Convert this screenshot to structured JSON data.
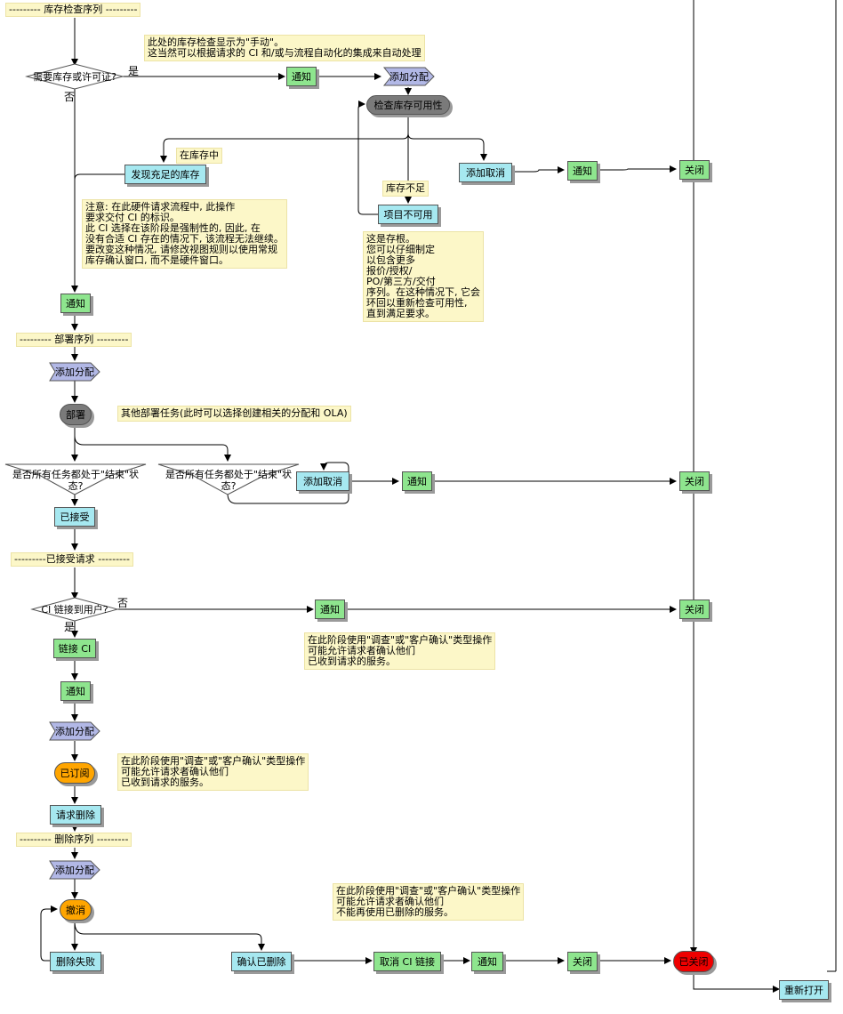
{
  "sections": {
    "inventory": "--------- 库存检查序列 ---------",
    "deploy": "--------- 部署序列 ---------",
    "accepted": "---------已接受请求 ---------",
    "delete": "--------- 删除序列 ---------"
  },
  "notes": {
    "manual": "此处的库存检查显示为\"手动\"。\n这当然可以根据请求的 CI 和/或与流程自动化的集成来自动处理",
    "in_stock": "在库存中",
    "ci_note": "注意: 在此硬件请求流程中, 此操作\n要求交付 CI 的标识。\n此 CI 选择在该阶段是强制性的, 因此, 在\n没有合适 CI 存在的情况下, 该流程无法继续。\n要改变这种情况, 请修改视图规则以使用常规\n库存确认窗口, 而不是硬件窗口。",
    "insufficient": "库存不足",
    "stub": "这是存根。\n您可以仔细制定\n以包含更多\n报价/授权/\nPO/第三方/交付\n序列。在这种情况下, 它会\n环回以重新检查可用性,\n直到满足要求。",
    "other_tasks": "其他部署任务(此时可以选择创建相关的分配和 OLA)",
    "survey1": "在此阶段使用\"调查\"或\"客户确认\"类型操作\n可能允许请求者确认他们\n已收到请求的服务。",
    "survey2": "在此阶段使用\"调查\"或\"客户确认\"类型操作\n可能允许请求者确认他们\n已收到请求的服务。",
    "survey3": "在此阶段使用\"调查\"或\"客户确认\"类型操作\n可能允许请求者确认他们\n不能再使用已删除的服务。"
  },
  "labels": {
    "yes": "是",
    "no": "否"
  },
  "decisions": {
    "need_inventory": "需要库存或许可证?",
    "all_closed_1": "是否所有任务都处于\"结束\"状态?",
    "all_closed_2": "是否所有任务都处于\"结束\"状态?",
    "link_ci": "CI 链接到用户?"
  },
  "nodes": {
    "notify": "通知",
    "add_assign": "添加分配",
    "check_stock": "检查库存可用性",
    "found_stock": "发现充足的库存",
    "item_unavailable": "项目不可用",
    "add_cancel": "添加取消",
    "close": "关闭",
    "deploy": "部署",
    "accepted": "已接受",
    "link_ci": "链接 CI",
    "subscribed": "已订阅",
    "request_delete": "请求删除",
    "cancel": "撤消",
    "delete_failed": "删除失败",
    "confirm_deleted": "确认已删除",
    "cancel_ci_link": "取消 CI 链接",
    "closed": "已关闭",
    "reopen": "重新打开"
  },
  "colors": {
    "action_green": "#8ee58e",
    "action_cyan": "#a6e8f0",
    "assign_blue": "#b2b8e6",
    "oval_gray": "#7a7a7a",
    "oval_orange": "#ffa500",
    "oval_red": "#ee0000",
    "note_yellow": "#fcf7c8"
  }
}
